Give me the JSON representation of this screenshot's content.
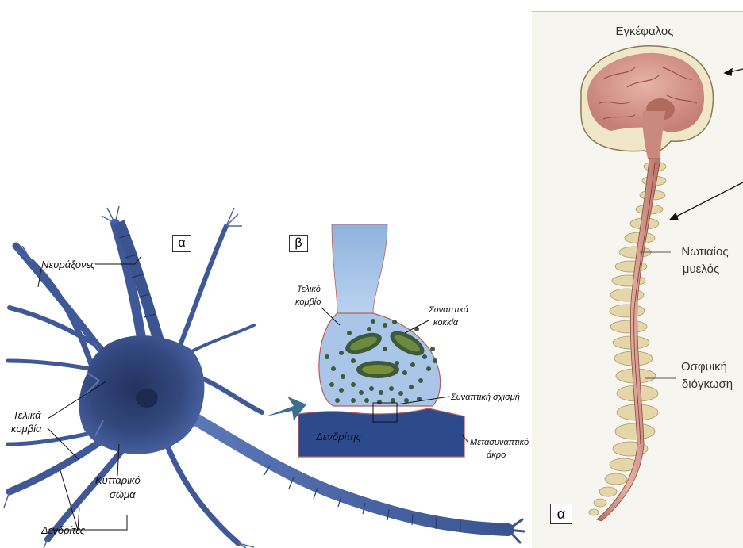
{
  "neuron": {
    "panel_label": "α",
    "axons_label": "Νευράξονες",
    "terminals_label": [
      "Τελικά",
      "κομβία"
    ],
    "cell_body_label": [
      "Κυτταρικό",
      "σώμα"
    ],
    "dendrites_label": "Δενδρίτες"
  },
  "synapse": {
    "panel_label": "β",
    "terminal_label": [
      "Τελικό",
      "κομβίο"
    ],
    "vesicles_label": [
      "Συναπτικά",
      "κοκκία"
    ],
    "cleft_label": "Συναπτική σχισμή",
    "dendrite_label": "Δενδρίτης",
    "postsynaptic_label": [
      "Μετασυναπτικό",
      "άκρο"
    ]
  },
  "cns": {
    "brain_label": "Εγκέφαλος",
    "spinal_cord_label": [
      "Νωτιαίος",
      "μυελός"
    ],
    "lumbar_label": [
      "Οσφυική",
      "διόγκωση"
    ],
    "panel_label": "α"
  },
  "colors": {
    "neuron_blue": "#3a4f8f",
    "synapse_light_blue": "#a9c6e8",
    "dendrite_dark_blue": "#2c4a8c",
    "vesicle_green": "#3f5a3a",
    "brain_pink": "#d99a8e",
    "vertebra_tan": "#e4d6a8"
  }
}
